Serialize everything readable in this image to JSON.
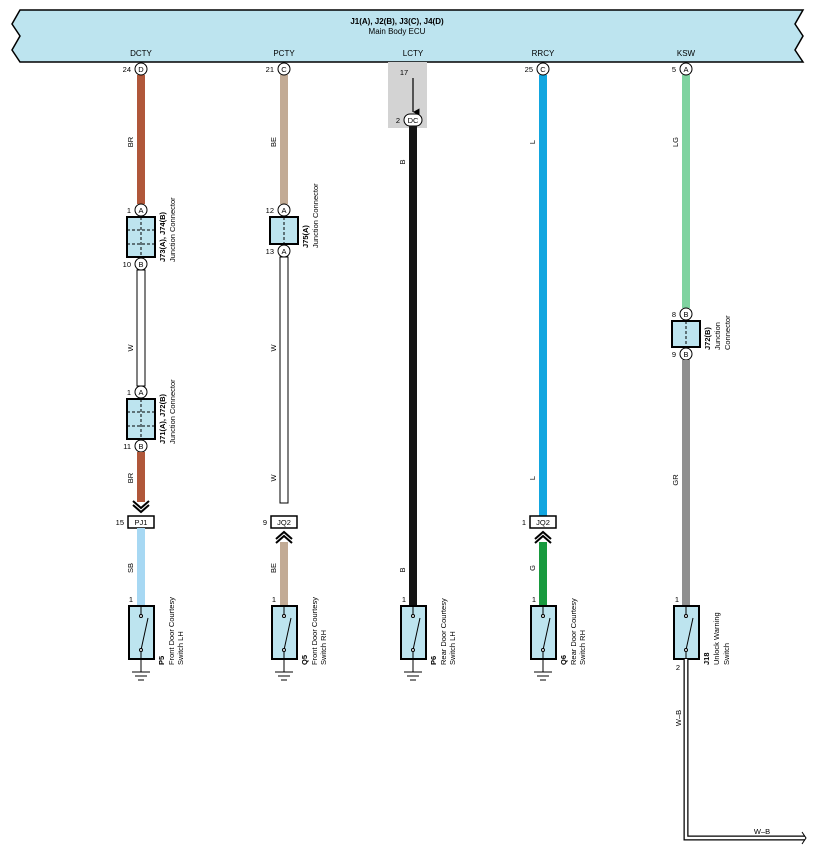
{
  "ecu": {
    "title": "J1(A), J2(B), J3(C), J4(D)",
    "subtitle": "Main Body ECU",
    "fill": "#bde4ef"
  },
  "wire_colors": {
    "BR": "#b0573a",
    "BE": "#c2ab95",
    "W": "#ffffff",
    "B": "#141414",
    "L": "#12a6e0",
    "LG": "#7fd3a0",
    "GR": "#8f8f8f",
    "SB": "#a7d8f3",
    "G": "#189a3e"
  },
  "circuits": [
    {
      "signal": "DCTY",
      "pin": "24",
      "conn": "D",
      "wire1": "BR",
      "jc1_top_pin": "1",
      "jc1_top": "A",
      "jc1_bot_pin": "10",
      "jc1_bot": "B",
      "jc1_name": "J73(A), J74(B)",
      "jc1_desc": "Junction Connector",
      "wire2": "W",
      "jc2_top_pin": "1",
      "jc2_top": "A",
      "jc2_bot_pin": "11",
      "jc2_bot": "B",
      "jc2_name": "J71(A), J72(B)",
      "jc2_desc": "Junction Connector",
      "wire3": "BR",
      "inline_pin": "15",
      "inline_name": "PJ1",
      "wire4": "SB",
      "sw_pin": "1",
      "sw_name": "P5",
      "sw_desc1": "Front Door Courtesy",
      "sw_desc2": "Switch LH"
    },
    {
      "signal": "PCTY",
      "pin": "21",
      "conn": "C",
      "wire1": "BE",
      "jc1_top_pin": "12",
      "jc1_top": "A",
      "jc1_bot_pin": "13",
      "jc1_bot": "A",
      "jc1_name": "J75(A)",
      "jc1_desc": "Junction Connector",
      "wire2": "W",
      "wire3": "W",
      "inline_pin": "9",
      "inline_name": "JQ2",
      "wire4": "BE",
      "sw_pin": "1",
      "sw_name": "Q5",
      "sw_desc1": "Front Door Courtesy",
      "sw_desc2": "Switch RH"
    },
    {
      "signal": "LCTY",
      "pin": "17",
      "dc_pin": "2",
      "dc_name": "DC",
      "wire1": "B",
      "wire2": "B",
      "sw_pin": "1",
      "sw_name": "P6",
      "sw_desc1": "Rear Door Courtesy",
      "sw_desc2": "Switch LH"
    },
    {
      "signal": "RRCY",
      "pin": "25",
      "conn": "C",
      "wire1": "L",
      "wire2": "L",
      "inline_pin": "1",
      "inline_name": "JQ2",
      "wire4": "G",
      "sw_pin": "1",
      "sw_name": "Q6",
      "sw_desc1": "Rear Door Courtesy",
      "sw_desc2": "Switch RH"
    },
    {
      "signal": "KSW",
      "pin": "5",
      "conn": "A",
      "wire1": "LG",
      "jc1_top_pin": "8",
      "jc1_top": "B",
      "jc1_bot_pin": "9",
      "jc1_bot": "B",
      "jc1_name": "J72(B)",
      "jc1_desc1": "Junction",
      "jc1_desc2": "Connector",
      "wire2": "GR",
      "sw_pin": "1",
      "sw_pin2": "2",
      "sw_name": "J18",
      "sw_desc1": "Unlock Warning",
      "sw_desc2": "Switch",
      "wire_out": "W–B",
      "wire_out_end": "W–B"
    }
  ]
}
